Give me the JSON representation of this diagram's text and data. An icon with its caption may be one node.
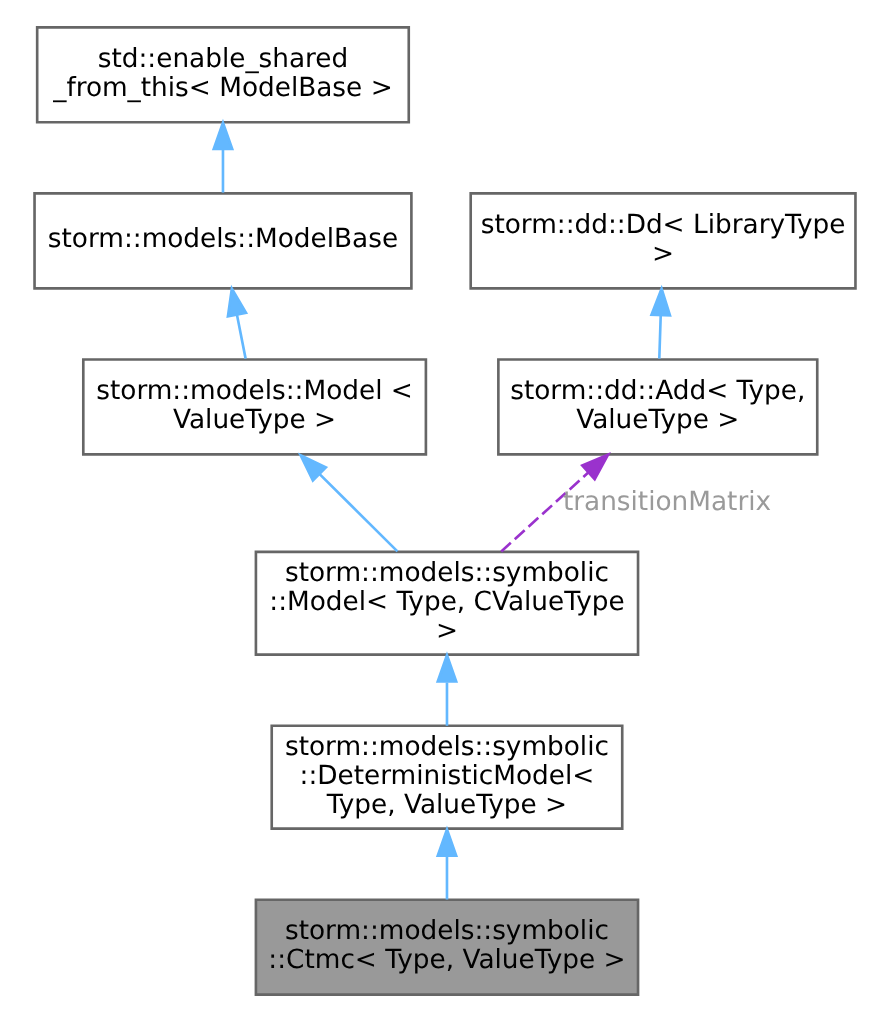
{
  "diagram": {
    "nodes": [
      {
        "text": [
          "std::enable_shared _from_this< ModelBase >"
        ]
      },
      {
        "text": [
          "storm::models::ModelBase"
        ]
      },
      {
        "text": [
          "storm::models::Model < ValueType >"
        ]
      },
      {
        "text": [
          "storm::dd::Dd< LibraryType >"
        ]
      },
      {
        "text": [
          "storm::dd::Add< Type, ValueType >"
        ]
      },
      {
        "text": [
          "storm::models::symbolic ::Model< Type, CValueType >"
        ]
      },
      {
        "text": [
          "storm::models::symbolic ::DeterministicModel< Type, ValueType >"
        ]
      },
      {
        "text": [
          "storm::models::symbolic ::Ctmc< Type, ValueType >"
        ]
      }
    ],
    "edges": [
      {
        "from": 1,
        "to": 0,
        "arrow": "to"
      },
      {
        "from": 2,
        "to": 1,
        "arrow": "to"
      },
      {
        "from": 4,
        "to": 3,
        "arrow": "to"
      },
      {
        "from": 5,
        "to": 2,
        "arrow": "to"
      },
      {
        "from": 5,
        "to": 4,
        "arrow": "to",
        "label": "transitionMatrix",
        "style": "dashed",
        "color": "#9a32cd"
      },
      {
        "from": 6,
        "to": 5,
        "arrow": "to"
      },
      {
        "from": 7,
        "to": 6,
        "arrow": "to"
      }
    ]
  }
}
